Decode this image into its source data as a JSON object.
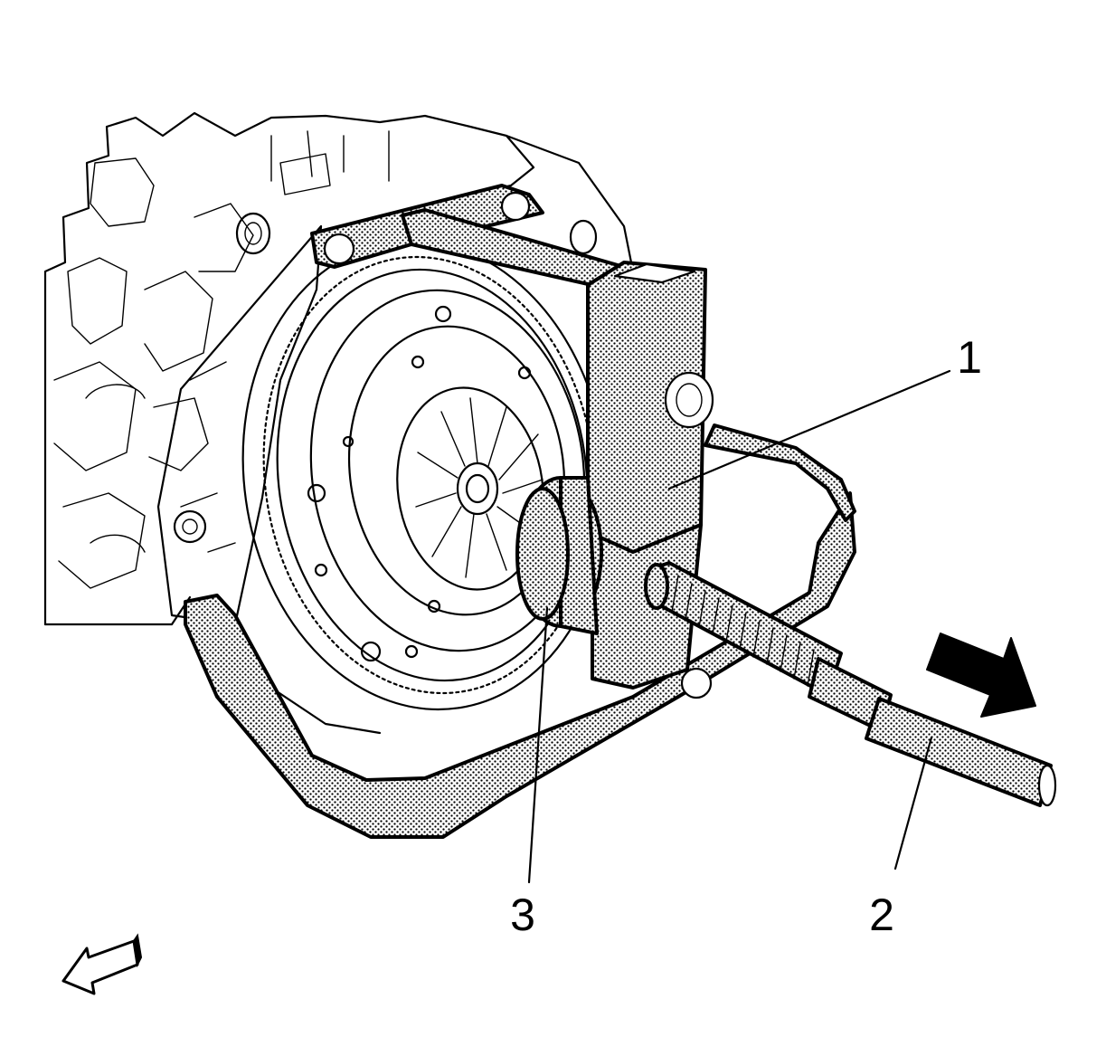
{
  "callouts": {
    "label_1": "1",
    "label_2": "2",
    "label_3": "3"
  },
  "icons": {
    "pull_direction": "direction-arrow-icon",
    "view_orientation": "view-arrow-icon"
  },
  "colors": {
    "line": "#000000",
    "background": "#ffffff",
    "tool_stipple": "#000000"
  }
}
